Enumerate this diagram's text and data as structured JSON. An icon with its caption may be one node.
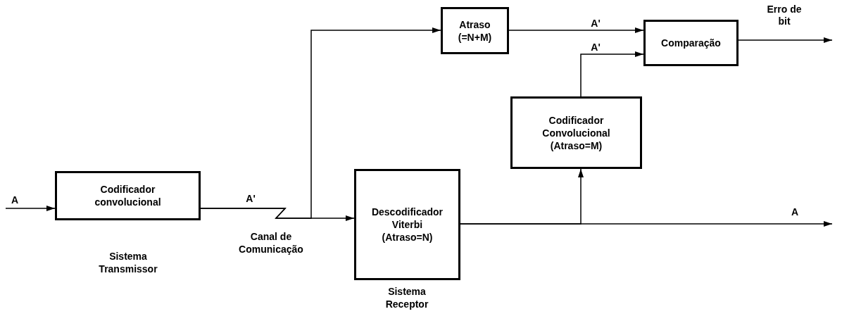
{
  "diagram": {
    "nodes": [
      {
        "text": [
          "Codificador convolucional"
        ],
        "beside": [
          "Sistema Transmissor"
        ]
      },
      {
        "text": [
          "Descodificador Viterbi (Atraso=N)"
        ],
        "beside": [
          "Sistema Receptor"
        ]
      },
      {
        "text": [
          "Atraso (=N+M)"
        ]
      },
      {
        "text": [
          "Codificador Convolucional (Atraso=M)"
        ]
      },
      {
        "text": [
          "Comparação"
        ]
      }
    ],
    "edges": [
      {
        "from": null,
        "to": 0,
        "arrow": "to",
        "label": "A"
      },
      {
        "from": 0,
        "to": 1,
        "arrow": "to",
        "label": "A'"
      },
      {
        "from": 0,
        "to": 2,
        "arrow": "to"
      },
      {
        "from": 2,
        "to": 4,
        "arrow": "to",
        "label": "A'"
      },
      {
        "from": 3,
        "to": 4,
        "arrow": "to",
        "label": "A'"
      },
      {
        "from": 4,
        "to": null,
        "arrow": "to",
        "label": "Erro de bit"
      },
      {
        "from": 1,
        "to": 3,
        "arrow": "to"
      },
      {
        "from": 1,
        "to": null,
        "arrow": "to",
        "label": "A"
      }
    ],
    "labels": [
      "Canal de Comunicação"
    ]
  }
}
